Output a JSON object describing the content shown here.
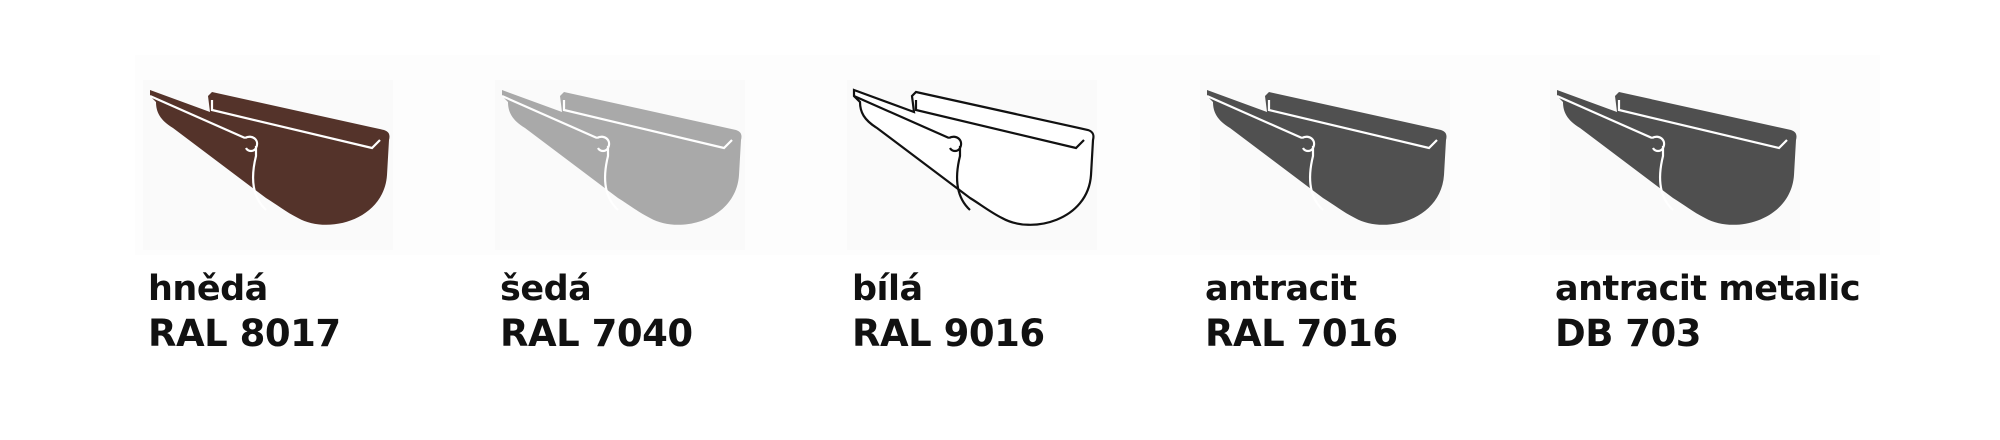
{
  "colors": [
    {
      "name": "hnědá",
      "code": "RAL 8017",
      "fill": "#54332a",
      "line": "#ffffff"
    },
    {
      "name": "šedá",
      "code": "RAL 7040",
      "fill": "#a9a9a9",
      "line": "#ffffff"
    },
    {
      "name": "bílá",
      "code": "RAL 9016",
      "fill": "#ffffff",
      "line": "#111111"
    },
    {
      "name": "antracit",
      "code": "RAL 7016",
      "fill": "#505050",
      "line": "#ffffff"
    },
    {
      "name": "antracit metalic",
      "code": "DB 703",
      "fill": "#4f4f4f",
      "line": "#ffffff"
    }
  ]
}
